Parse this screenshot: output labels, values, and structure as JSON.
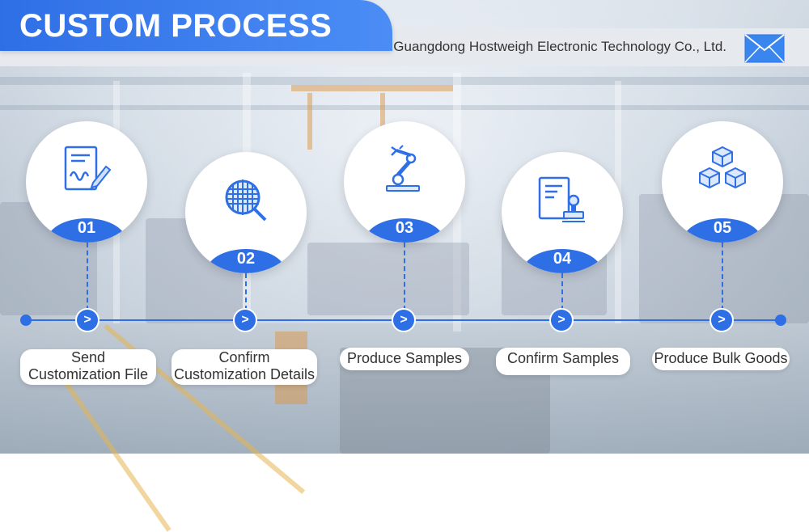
{
  "header": {
    "title": "CUSTOM PROCESS",
    "company": "Guangdong Hostweigh Electronic Technology Co., Ltd."
  },
  "colors": {
    "accent": "#2f6fe6",
    "header_bar": "#e6e9ee"
  },
  "steps": [
    {
      "number": "01",
      "icon": "document-sign-icon",
      "label_line1": "Send",
      "label_line2": "Customization File"
    },
    {
      "number": "02",
      "icon": "mesh-inspect-icon",
      "label_line1": "Confirm",
      "label_line2": "Customization Details"
    },
    {
      "number": "03",
      "icon": "robot-arm-icon",
      "label_line1": "Produce Samples",
      "label_line2": ""
    },
    {
      "number": "04",
      "icon": "document-stamp-icon",
      "label_line1": "Confirm Samples",
      "label_line2": ""
    },
    {
      "number": "05",
      "icon": "boxes-icon",
      "label_line1": "Produce Bulk Goods",
      "label_line2": ""
    }
  ]
}
